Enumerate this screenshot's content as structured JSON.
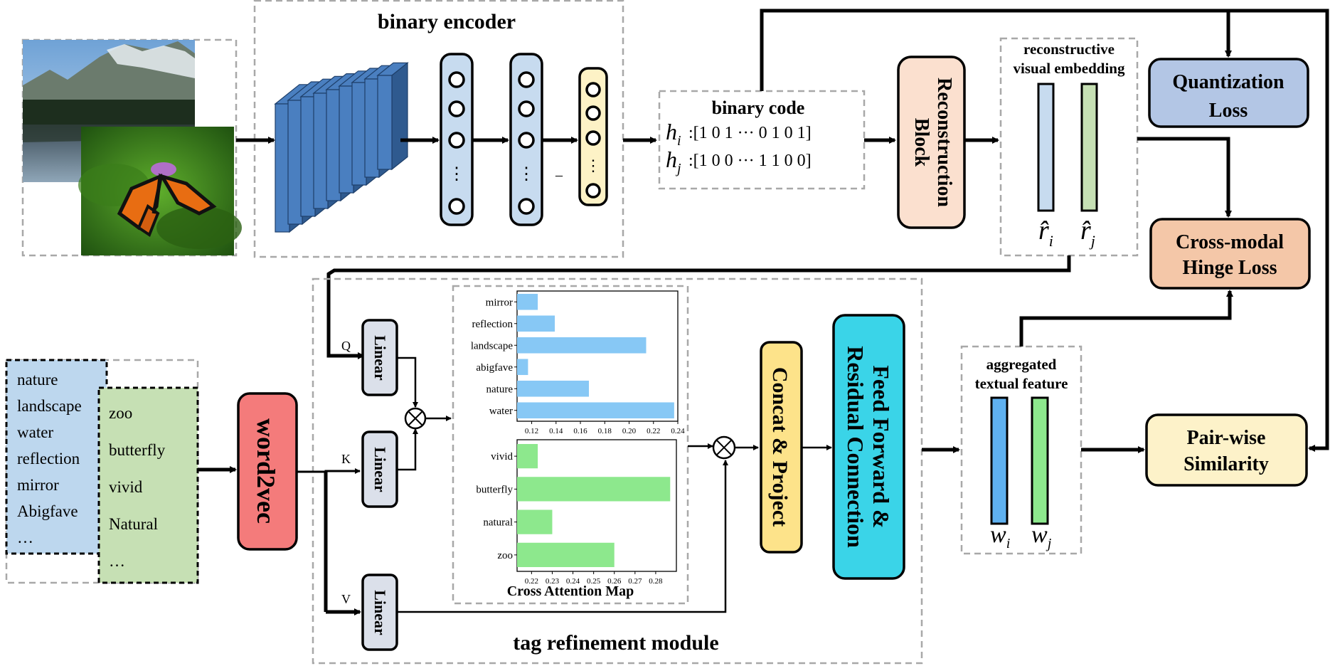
{
  "encoder": {
    "title": "binary encoder",
    "dash_label": "–"
  },
  "binary_code": {
    "title": "binary code",
    "hi_var": "h",
    "hi_sub": "i",
    "hi_bits": ":[1 0 1 ··· 0 1 0 1]",
    "hj_var": "h",
    "hj_sub": "j",
    "hj_bits": ":[1 0 0 ··· 1 1 0 0]"
  },
  "reconstruction": {
    "line1": "Reconstruction",
    "line2": "Block"
  },
  "recon_embedding": {
    "line1": "reconstructive",
    "line2": "visual embedding",
    "ri_var": "r̂",
    "ri_sub": "i",
    "rj_var": "r̂",
    "rj_sub": "j"
  },
  "losses": {
    "quant_line1": "Quantization",
    "quant_line2": "Loss",
    "hinge_line1": "Cross-modal",
    "hinge_line2": "Hinge Loss",
    "pair_line1": "Pair-wise",
    "pair_line2": "Similarity"
  },
  "tags": {
    "list1": [
      "nature",
      "landscape",
      "water",
      "reflection",
      "mirror",
      "Abigfave",
      "…"
    ],
    "list2": [
      "zoo",
      "butterfly",
      "vivid",
      "Natural",
      "…"
    ]
  },
  "word2vec": "word2vec",
  "tag_module": {
    "title": "tag refinement module",
    "q_label": "Q",
    "k_label": "K",
    "v_label": "V",
    "linear_label": "Linear",
    "concat_label": "Concat & Project",
    "ffn_line1": "Feed Forward &",
    "ffn_line2": "Residual Connection",
    "attention_caption": "Cross Attention Map"
  },
  "aggregated": {
    "line1": "aggregated",
    "line2": "textual feature",
    "wi_var": "w",
    "wi_sub": "i",
    "wj_var": "w",
    "wj_sub": "j"
  },
  "colors": {
    "blue_bar": "#87c8f5",
    "green_bar": "#8de88d",
    "cube_front": "#4a7fc0",
    "cube_side": "#2f5a8f",
    "node_blue": "#c7dbef",
    "node_yellow": "#fdf2c6",
    "recon_fill": "#fbe0cf",
    "quant_fill": "#b3c6e5",
    "hinge_fill": "#f4c7a8",
    "pair_fill": "#fdf2c9",
    "word2vec_fill": "#f47b7b",
    "concat_fill": "#fde38a",
    "ffn_fill": "#3ad4e8",
    "linear_fill": "#dbe0ea",
    "tag1_fill": "#bdd7ee",
    "tag2_fill": "#c6e0b4"
  },
  "chart_data": [
    {
      "type": "bar",
      "orientation": "horizontal",
      "categories": [
        "mirror",
        "reflection",
        "landscape",
        "abigfave",
        "nature",
        "water"
      ],
      "values": [
        0.125,
        0.139,
        0.214,
        0.117,
        0.167,
        0.237
      ],
      "xlim": [
        0.108,
        0.24
      ],
      "xticks": [
        "0.12",
        "0.14",
        "0.16",
        "0.18",
        "0.20",
        "0.22",
        "0.24"
      ],
      "color": "#87c8f5"
    },
    {
      "type": "bar",
      "orientation": "horizontal",
      "categories": [
        "vivid",
        "butterfly",
        "natural",
        "zoo"
      ],
      "values": [
        0.223,
        0.287,
        0.23,
        0.26
      ],
      "xlim": [
        0.213,
        0.29
      ],
      "xticks": [
        "0.22",
        "0.23",
        "0.24",
        "0.25",
        "0.26",
        "0.27",
        "0.28"
      ],
      "color": "#8de88d"
    }
  ]
}
